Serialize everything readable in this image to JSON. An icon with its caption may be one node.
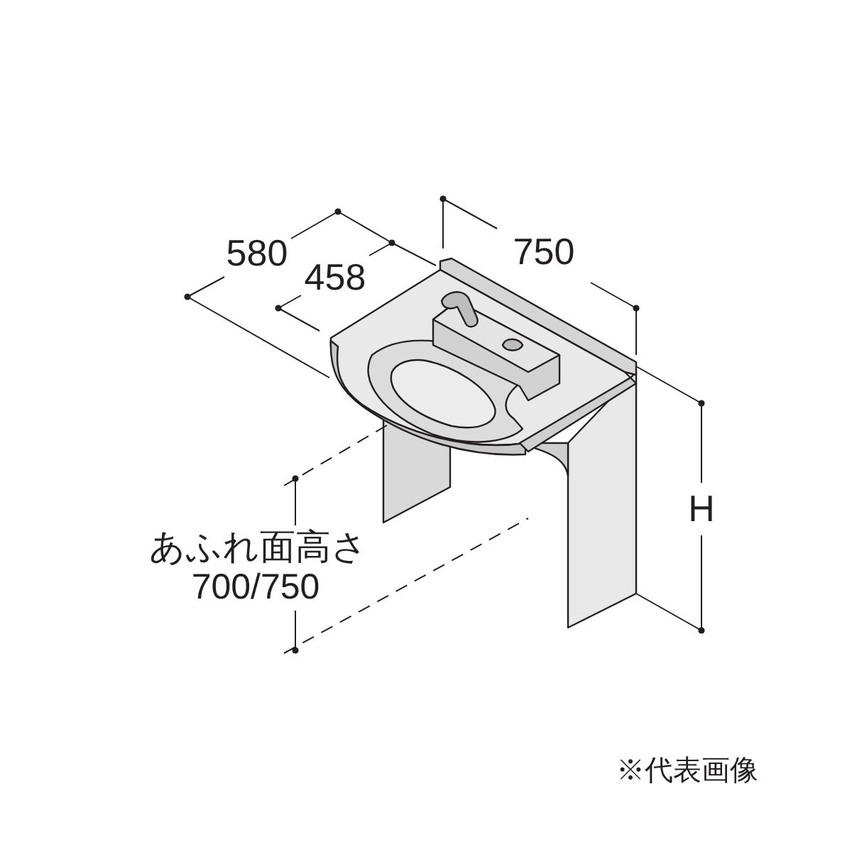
{
  "diagram": {
    "labels": [
      "580",
      "458",
      "750",
      "H",
      "あふれ面高さ",
      "700/750",
      "※代表画像"
    ]
  }
}
